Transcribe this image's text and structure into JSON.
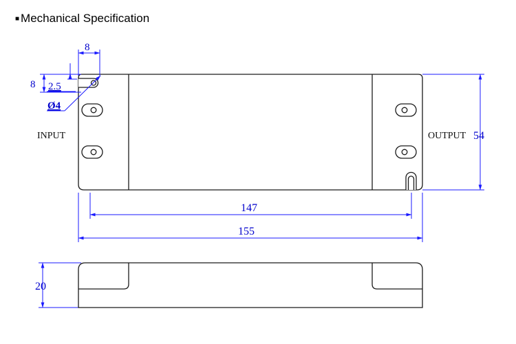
{
  "heading": {
    "bullet": "■",
    "text": "Mechanical Specification"
  },
  "labels": {
    "input": "INPUT",
    "output": "OUTPUT"
  },
  "dimensions": {
    "slot_width": "8",
    "slot_height": "8",
    "slot_depth": "2.5",
    "hole_diameter": "Ø4",
    "height": "54",
    "inner_length": "147",
    "total_length": "155",
    "thickness": "20"
  },
  "colors": {
    "outline": "#1a1a1a",
    "dimension": "#1a1aff",
    "dimension_text": "#0000cc",
    "label_text": "#111111"
  }
}
